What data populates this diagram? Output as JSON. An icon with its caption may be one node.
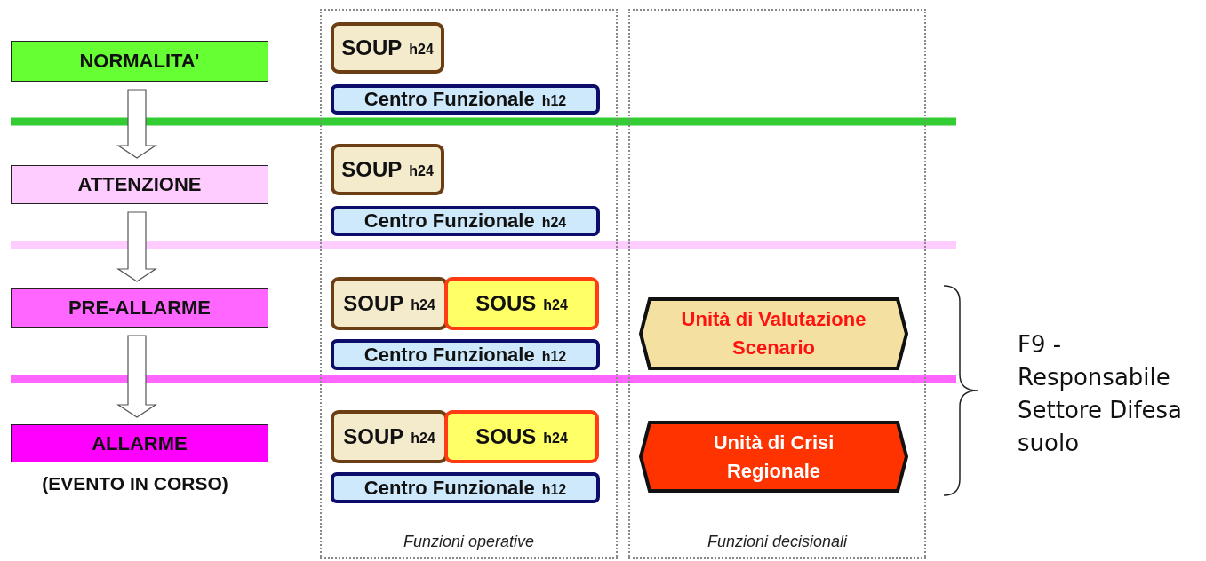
{
  "diagram": {
    "nodes": [
      {
        "text": [
          "NORMALITA’"
        ]
      },
      {
        "text": [
          "ATTENZIONE"
        ]
      },
      {
        "text": [
          "PRE-ALLARME"
        ]
      },
      {
        "text": [
          "ALLARME"
        ],
        "beside": [
          "(EVENTO IN CORSO)"
        ]
      },
      {
        "text": [
          "Funzioni operative"
        ]
      },
      {
        "text": [
          "SOUP",
          "h24"
        ],
        "in": 4
      },
      {
        "text": [
          "Centro Funzionale",
          "h12"
        ],
        "in": 4
      },
      {
        "text": [
          "SOUP",
          "h24"
        ],
        "in": 4
      },
      {
        "text": [
          "Centro Funzionale",
          "h24"
        ],
        "in": 4
      },
      {
        "text": [
          "SOUP",
          "h24"
        ],
        "in": 4
      },
      {
        "text": [
          "SOUS",
          "h24"
        ],
        "in": 4
      },
      {
        "text": [
          "Centro Funzionale",
          "h12"
        ],
        "in": 4
      },
      {
        "text": [
          "SOUP",
          "h24"
        ],
        "in": 4
      },
      {
        "text": [
          "SOUS",
          "h24"
        ],
        "in": 4
      },
      {
        "text": [
          "Centro Funzionale",
          "h12"
        ],
        "in": 4
      },
      {
        "text": [
          "Funzioni decisionali"
        ]
      },
      {
        "text": [
          "Unità di Valutazione Scenario"
        ],
        "in": 15
      },
      {
        "text": [
          "Unità di Crisi Regionale"
        ],
        "in": 15
      }
    ],
    "edges": [
      {
        "from": 0,
        "to": 1,
        "arrow": "to"
      },
      {
        "from": 1,
        "to": 2,
        "arrow": "to"
      },
      {
        "from": 2,
        "to": 3,
        "arrow": "to"
      }
    ],
    "labels": [
      "F9 - Responsabile Settore Difesa suolo"
    ]
  }
}
